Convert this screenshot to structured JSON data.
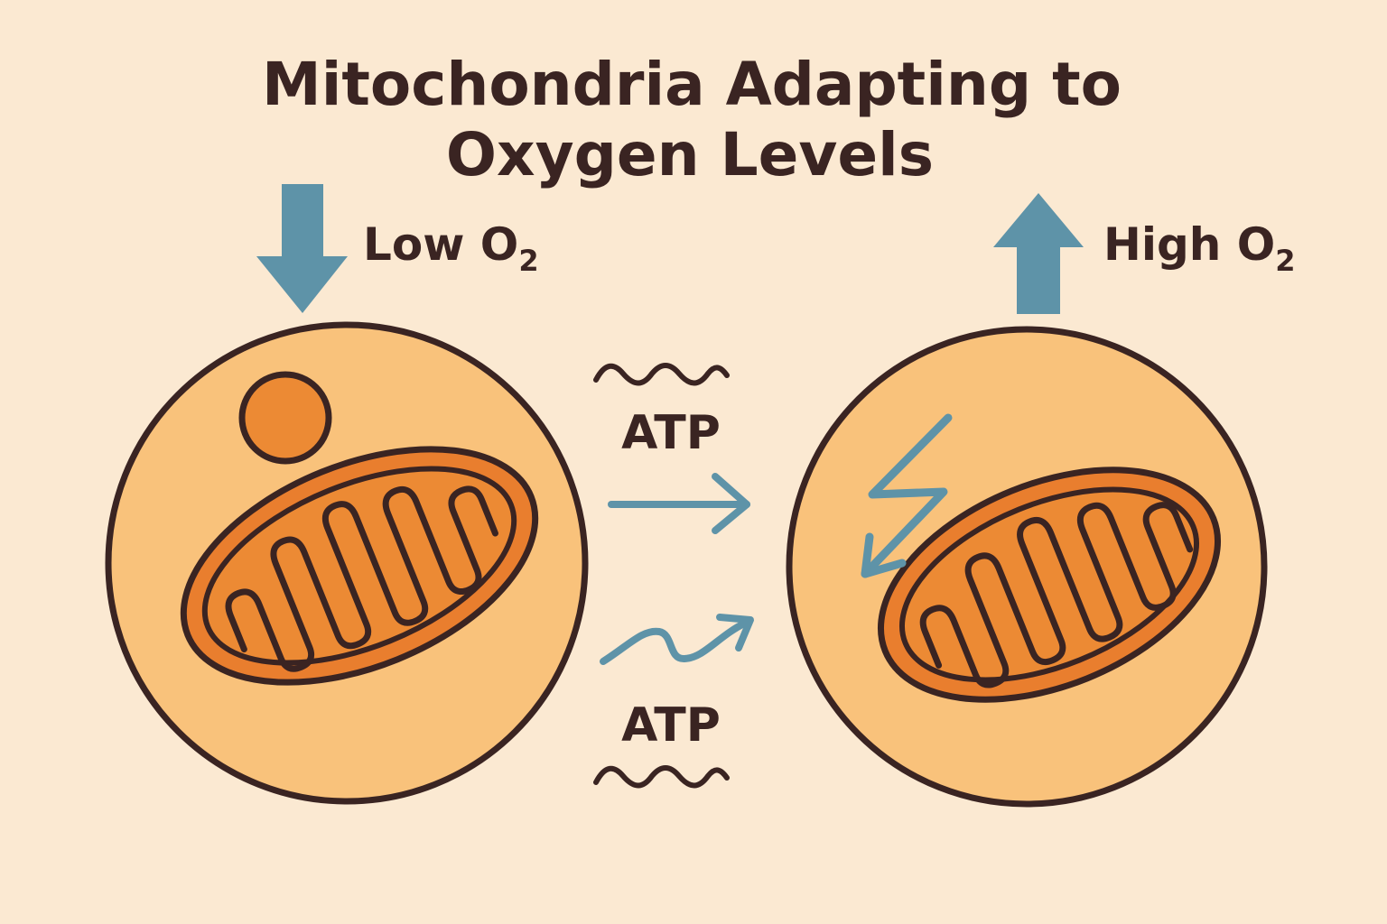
{
  "title": {
    "line1": "Mitochondria Adapting to",
    "line2": "Oxygen Levels"
  },
  "low_oxygen": {
    "label": "Low O",
    "subscript": "2",
    "arrow_direction": "down"
  },
  "high_oxygen": {
    "label": "High O",
    "subscript": "2",
    "arrow_direction": "up"
  },
  "atp_labels": {
    "top": "ATP",
    "bottom": "ATP"
  },
  "colors": {
    "background": "#FBE9D2",
    "cell_fill": "#F9C27B",
    "mitochondrion_outer": "#E97E2E",
    "mitochondrion_matrix": "#EC8A34",
    "outline": "#3A2422",
    "arrow_blue": "#5E93A8"
  }
}
